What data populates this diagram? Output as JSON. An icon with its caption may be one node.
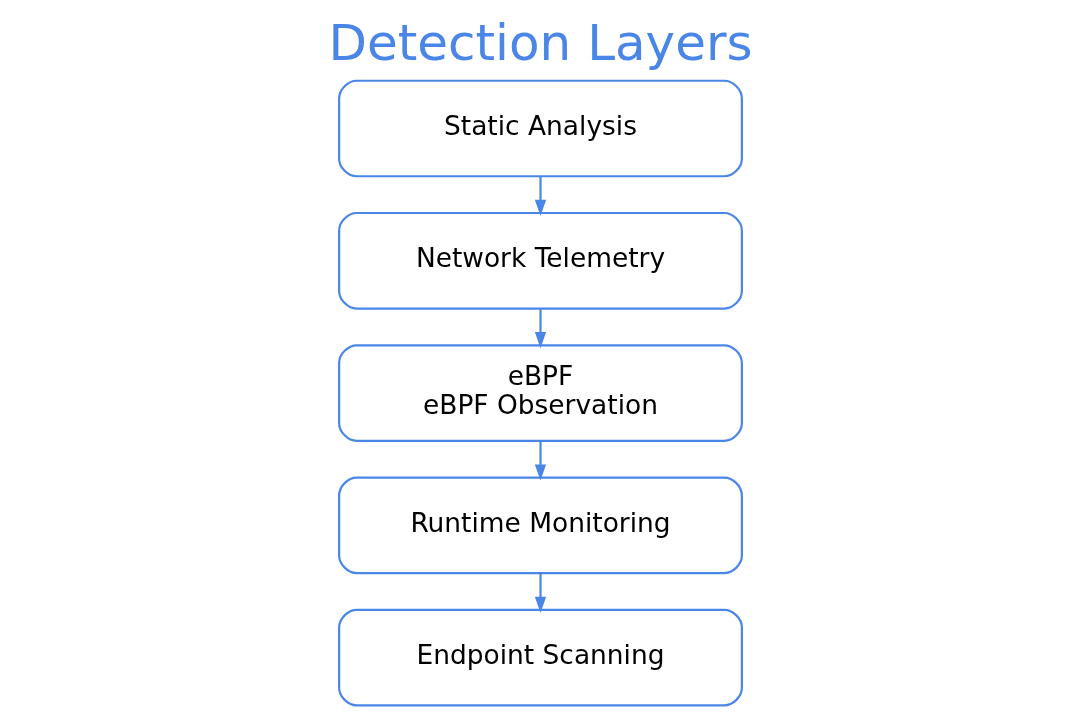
{
  "diagram": {
    "title": "Detection Layers",
    "nodes": [
      {
        "text": [
          "Static Analysis"
        ]
      },
      {
        "text": [
          "Network Telemetry"
        ]
      },
      {
        "text": [
          "eBPF",
          "eBPF Observation"
        ]
      },
      {
        "text": [
          "Runtime Monitoring"
        ]
      },
      {
        "text": [
          "Endpoint Scanning"
        ]
      }
    ],
    "edges": [
      {
        "from": 0,
        "to": 1,
        "arrow": "to"
      },
      {
        "from": 1,
        "to": 2,
        "arrow": "to"
      },
      {
        "from": 2,
        "to": 3,
        "arrow": "to"
      },
      {
        "from": 3,
        "to": 4,
        "arrow": "to"
      }
    ]
  }
}
